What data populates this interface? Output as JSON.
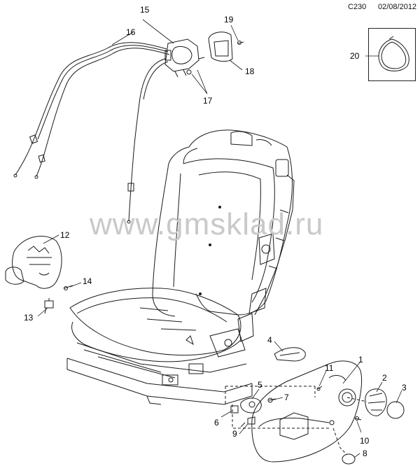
{
  "header": {
    "code": "C230",
    "date": "02/08/2012"
  },
  "watermark": "www.gmsklad.ru",
  "callouts": [
    {
      "id": "c15",
      "label": "15"
    },
    {
      "id": "c16",
      "label": "16"
    },
    {
      "id": "c19",
      "label": "19"
    },
    {
      "id": "c18",
      "label": "18"
    },
    {
      "id": "c17",
      "label": "17"
    },
    {
      "id": "c20",
      "label": "20"
    },
    {
      "id": "c12",
      "label": "12"
    },
    {
      "id": "c14",
      "label": "14"
    },
    {
      "id": "c13",
      "label": "13"
    },
    {
      "id": "c4",
      "label": "4"
    },
    {
      "id": "c11",
      "label": "11"
    },
    {
      "id": "c1",
      "label": "1"
    },
    {
      "id": "c2",
      "label": "2"
    },
    {
      "id": "c3",
      "label": "3"
    },
    {
      "id": "c5",
      "label": "5"
    },
    {
      "id": "c7",
      "label": "7"
    },
    {
      "id": "c6",
      "label": "6"
    },
    {
      "id": "c9",
      "label": "9"
    },
    {
      "id": "c10",
      "label": "10"
    },
    {
      "id": "c8",
      "label": "8"
    }
  ]
}
